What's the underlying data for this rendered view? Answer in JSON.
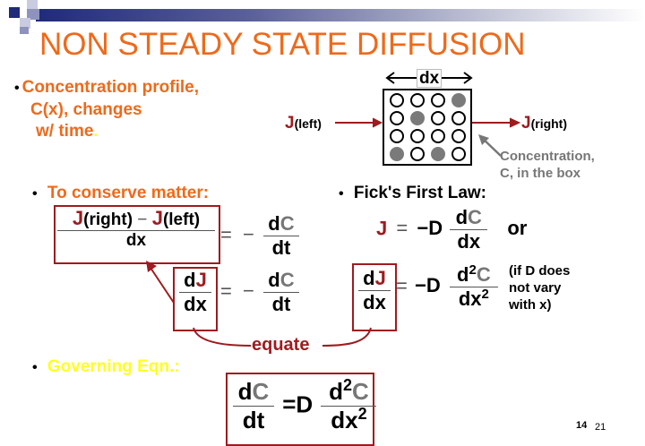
{
  "slide": {
    "title": "NON STEADY STATE DIFFUSION",
    "page_number": "14",
    "total_pages": "21",
    "colors": {
      "title": "#ee6a1b",
      "accent_red": "#9e1b1f",
      "highlight_yellow": "#ffff22",
      "gray": "#777777"
    }
  },
  "bullets": {
    "concentration": {
      "bullet": "•",
      "line1": "Concentration profile,",
      "line2": "C(x), changes",
      "line3": "w/ time",
      "period": "."
    },
    "conserve": {
      "bullet": "•",
      "label": "To conserve matter:"
    },
    "fick": {
      "bullet": "•",
      "label": "Fick's First Law:"
    },
    "governing": {
      "bullet": "•",
      "label": "Governing Eqn.:"
    }
  },
  "diagram": {
    "dx_label": "dx",
    "j_left": {
      "J": "J",
      "sub": "(left)"
    },
    "j_right": {
      "J": "J",
      "sub": "(right)"
    },
    "caption_line1": "Concentration,",
    "caption_line2": "C, in the box",
    "grid": [
      [
        0,
        0,
        0,
        1
      ],
      [
        0,
        1,
        0,
        0
      ],
      [
        0,
        0,
        0,
        0
      ],
      [
        1,
        0,
        1,
        0
      ]
    ]
  },
  "equations": {
    "conserve1": {
      "J1": "J",
      "sub1": "(right)",
      "minus": " − ",
      "J2": "J",
      "sub2": "(left)",
      "den": "dx",
      "equals": "=",
      "neg": "−",
      "rhs_num_d": "d",
      "rhs_num_C": "C",
      "rhs_den": "dt"
    },
    "conserve2": {
      "num_d": "d",
      "num_J": "J",
      "den": "dx",
      "equals": "=",
      "neg": "−",
      "rhs_num_d": "d",
      "rhs_num_C": "C",
      "rhs_den": "dt"
    },
    "fick1": {
      "J": "J",
      "equals": "=",
      "negD": "−D",
      "num_d": "d",
      "num_C": "C",
      "den": "dx",
      "or": "or"
    },
    "fick2": {
      "num_d": "d",
      "num_J": "J",
      "den": "dx",
      "equals": "=",
      "negD": "−D",
      "rhs_num_d": "d",
      "rhs_sup": "2",
      "rhs_num_C": "C",
      "rhs_den": "dx",
      "rhs_den_sup": "2",
      "note_line1": "(if D does",
      "note_line2": "not vary",
      "note_line3": "with x)"
    },
    "equate_label": "equate",
    "governing": {
      "num_d": "d",
      "num_C": "C",
      "den": "dt",
      "equals": "=",
      "D": "D",
      "rhs_num_d": "d",
      "rhs_sup": "2",
      "rhs_num_C": "C",
      "rhs_den": "dx",
      "rhs_den_sup": "2"
    }
  }
}
